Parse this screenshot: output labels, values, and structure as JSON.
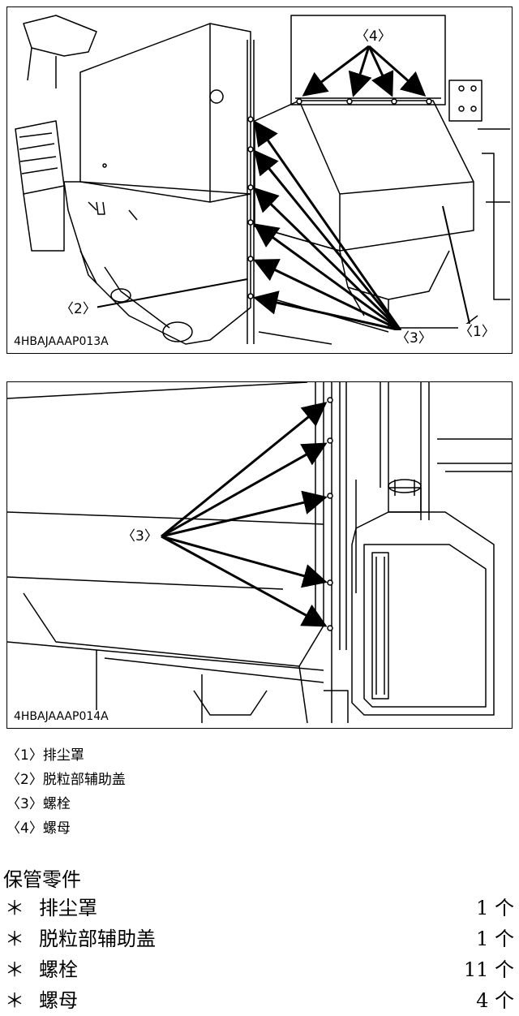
{
  "figures": [
    {
      "code": "4HBAJAAAP013A",
      "callouts": {
        "c1": "〈1〉",
        "c2": "〈2〉",
        "c3": "〈3〉",
        "c4": "〈4〉"
      }
    },
    {
      "code": "4HBAJAAAP014A",
      "callouts": {
        "c3": "〈3〉"
      }
    }
  ],
  "legend": [
    {
      "num": "〈1〉",
      "label": "排尘罩"
    },
    {
      "num": "〈2〉",
      "label": "脱粒部辅助盖"
    },
    {
      "num": "〈3〉",
      "label": "螺栓"
    },
    {
      "num": "〈4〉",
      "label": "螺母"
    }
  ],
  "stored_parts": {
    "title": "保管零件",
    "bullet": "＊",
    "items": [
      {
        "name": "排尘罩",
        "qty": "1 个"
      },
      {
        "name": "脱粒部辅助盖",
        "qty": "1 个"
      },
      {
        "name": "螺栓",
        "qty": "11 个"
      },
      {
        "name": "螺母",
        "qty": "4 个"
      }
    ]
  }
}
